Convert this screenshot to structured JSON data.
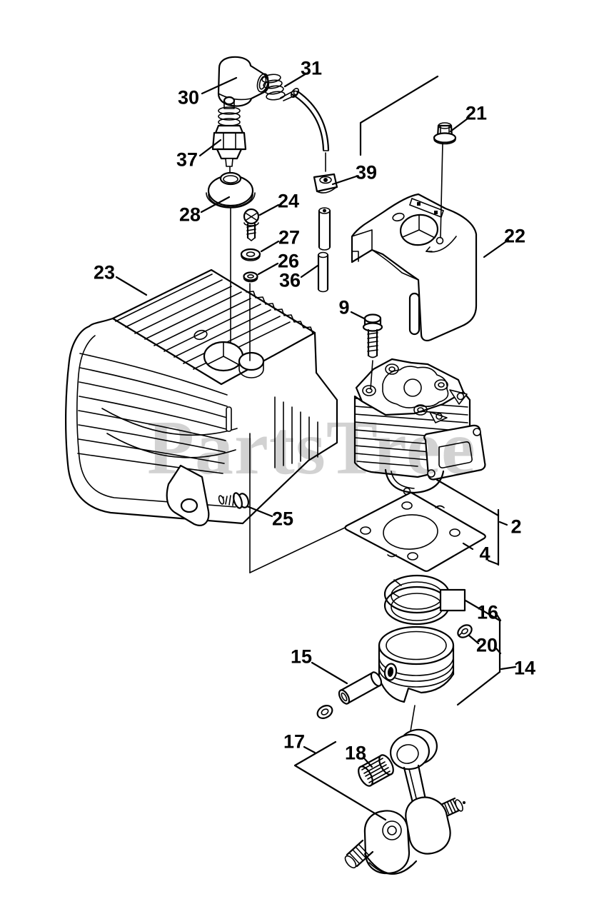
{
  "diagram": {
    "watermark": "PartsTree",
    "colors": {
      "background": "#ffffff",
      "line": "#000000",
      "watermark": "#d2d2d2"
    },
    "callouts": [
      "30",
      "31",
      "37",
      "21",
      "39",
      "28",
      "24",
      "27",
      "26",
      "22",
      "36",
      "23",
      "9",
      "25",
      "2",
      "4",
      "16",
      "20",
      "14",
      "15",
      "17",
      "18"
    ]
  }
}
